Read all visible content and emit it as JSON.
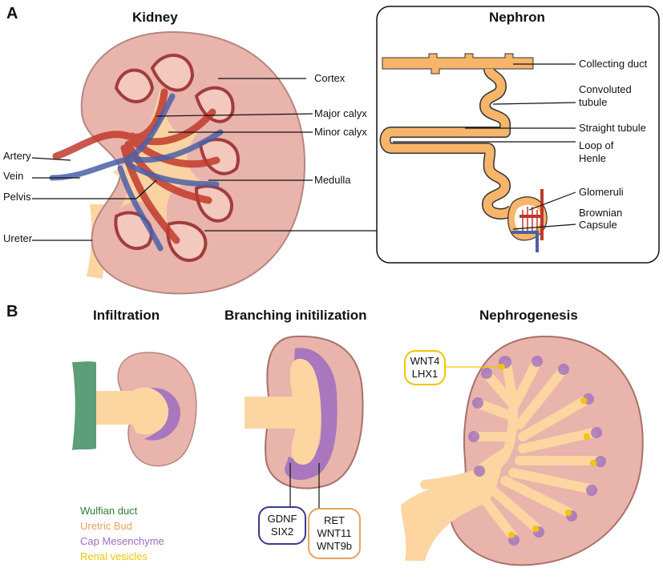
{
  "panel_a": {
    "letter": "A",
    "kidney_title": "Kidney",
    "nephron_title": "Nephron",
    "kidney_labels": {
      "cortex": "Cortex",
      "major_calyx": "Major calyx",
      "minor_calyx": "Minor calyx",
      "artery": "Artery",
      "vein": "Vein",
      "pelvis": "Pelvis",
      "medulla": "Medulla",
      "ureter": "Ureter"
    },
    "nephron_labels": {
      "collecting_duct": "Collecting duct",
      "convoluted_tubule_1": "Convoluted",
      "convoluted_tubule_2": "tubule",
      "straight_tubule": "Straight tubule",
      "loop_1": "Loop of",
      "loop_2": "Henle",
      "glomeruli": "Glomeruli",
      "capsule_1": "Brownian",
      "capsule_2": "Capsule"
    }
  },
  "panel_b": {
    "letter": "B",
    "stages": [
      "Infiltration",
      "Branching initilization",
      "Nephrogenesis"
    ],
    "legend": [
      {
        "label": "Wulfian duct",
        "color": "#2e7d32"
      },
      {
        "label": "Uretric Bud",
        "color": "#e9a15a"
      },
      {
        "label": "Cap Mesenchyme",
        "color": "#9c6cc0"
      },
      {
        "label": "Renal vesicles",
        "color": "#f2c500"
      }
    ],
    "gene_boxes": {
      "gdnf": [
        "GDNF",
        "SIX2"
      ],
      "ret": [
        "RET",
        "WNT11",
        "WNT9b"
      ],
      "wnt4": [
        "WNT4",
        "LHX1"
      ]
    }
  },
  "colors": {
    "kidney_fill": "#e8b4ac",
    "kidney_edge": "#a8706a",
    "bud": "#fcd5a1",
    "tubule": "#f7b56a",
    "artery": "#c0392b",
    "vein": "#4a5fa8",
    "cap": "#9c6cc0",
    "duct_green": "#5c9e77"
  }
}
